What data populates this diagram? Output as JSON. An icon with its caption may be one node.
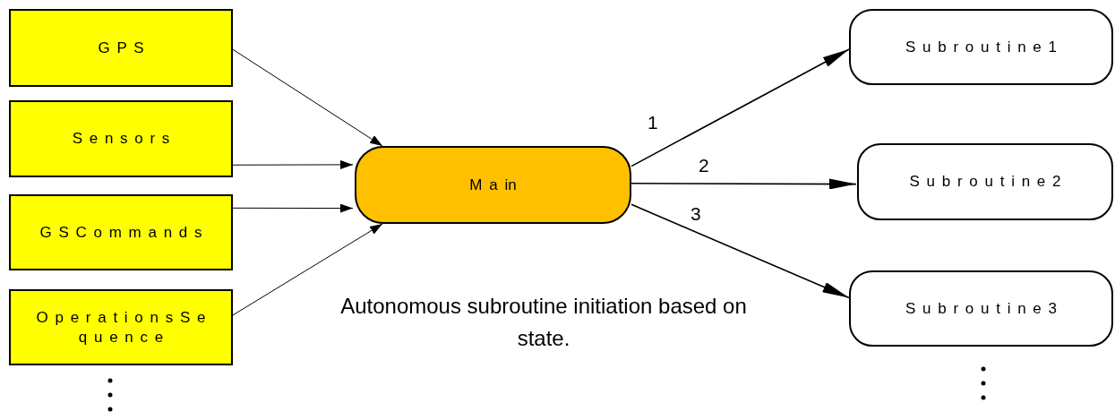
{
  "diagram": {
    "caption": "Autonomous subroutine initiation based on state.",
    "nodes": [
      {
        "text": [
          "G P S"
        ]
      },
      {
        "text": [
          "S e n s o r s"
        ]
      },
      {
        "text": [
          "G S C o m m a n d s"
        ]
      },
      {
        "text": [
          "O p e r a t i o n s S e q u e n c e"
        ]
      },
      {
        "text": [
          "M a in"
        ]
      },
      {
        "text": [
          "S u b r o u t i n e 1"
        ]
      },
      {
        "text": [
          "S u b r o u t i n e 2"
        ]
      },
      {
        "text": [
          "S u b r o u t i n e 3"
        ]
      }
    ],
    "edges": [
      {
        "from": 0,
        "to": 4,
        "arrow": "to"
      },
      {
        "from": 1,
        "to": 4,
        "arrow": "to"
      },
      {
        "from": 2,
        "to": 4,
        "arrow": "to"
      },
      {
        "from": 3,
        "to": 4,
        "arrow": "to"
      },
      {
        "from": 4,
        "to": 5,
        "arrow": "to",
        "label": "1"
      },
      {
        "from": 4,
        "to": 6,
        "arrow": "to",
        "label": "2"
      },
      {
        "from": 4,
        "to": 7,
        "arrow": "to",
        "label": "3"
      }
    ]
  }
}
